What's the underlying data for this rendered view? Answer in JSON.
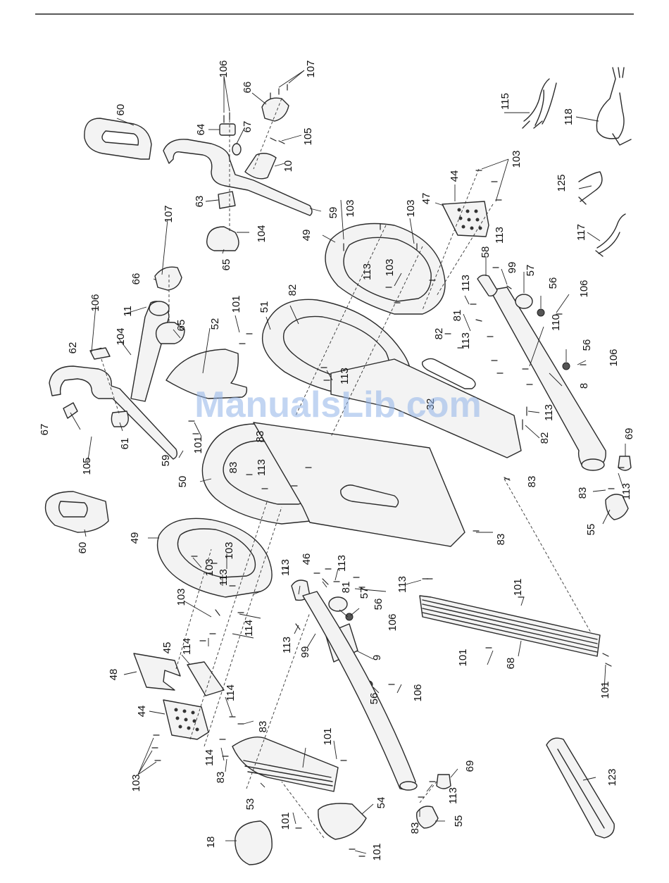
{
  "watermark": "ManualsLib.com",
  "callouts": [
    {
      "id": "c-60a",
      "text": "60"
    },
    {
      "id": "c-106a",
      "text": "106"
    },
    {
      "id": "c-66a",
      "text": "66"
    },
    {
      "id": "c-107a",
      "text": "107"
    },
    {
      "id": "c-64",
      "text": "64"
    },
    {
      "id": "c-67a",
      "text": "67"
    },
    {
      "id": "c-105a",
      "text": "105"
    },
    {
      "id": "c-10",
      "text": "10"
    },
    {
      "id": "c-63",
      "text": "63"
    },
    {
      "id": "c-59a",
      "text": "59"
    },
    {
      "id": "c-104a",
      "text": "104"
    },
    {
      "id": "c-65a",
      "text": "65"
    },
    {
      "id": "c-115",
      "text": "115"
    },
    {
      "id": "c-118",
      "text": "118"
    },
    {
      "id": "c-44a",
      "text": "44"
    },
    {
      "id": "c-103a",
      "text": "103"
    },
    {
      "id": "c-47",
      "text": "47"
    },
    {
      "id": "c-103b",
      "text": "103"
    },
    {
      "id": "c-103c",
      "text": "103"
    },
    {
      "id": "c-49a",
      "text": "49"
    },
    {
      "id": "c-125",
      "text": "125"
    },
    {
      "id": "c-117",
      "text": "117"
    },
    {
      "id": "c-113a",
      "text": "113"
    },
    {
      "id": "c-58",
      "text": "58"
    },
    {
      "id": "c-113b",
      "text": "113"
    },
    {
      "id": "c-103d",
      "text": "103"
    },
    {
      "id": "c-99a",
      "text": "99"
    },
    {
      "id": "c-57a",
      "text": "57"
    },
    {
      "id": "c-56a",
      "text": "56"
    },
    {
      "id": "c-106b",
      "text": "106"
    },
    {
      "id": "c-113c",
      "text": "113"
    },
    {
      "id": "c-107b",
      "text": "107"
    },
    {
      "id": "c-66b",
      "text": "66"
    },
    {
      "id": "c-106c",
      "text": "106"
    },
    {
      "id": "c-11",
      "text": "11"
    },
    {
      "id": "c-104b",
      "text": "104"
    },
    {
      "id": "c-65b",
      "text": "65"
    },
    {
      "id": "c-52",
      "text": "52"
    },
    {
      "id": "c-101a",
      "text": "101"
    },
    {
      "id": "c-82a",
      "text": "82"
    },
    {
      "id": "c-51",
      "text": "51"
    },
    {
      "id": "c-81a",
      "text": "81"
    },
    {
      "id": "c-82b",
      "text": "82"
    },
    {
      "id": "c-113d",
      "text": "113"
    },
    {
      "id": "c-110",
      "text": "110"
    },
    {
      "id": "c-56b",
      "text": "56"
    },
    {
      "id": "c-106d",
      "text": "106"
    },
    {
      "id": "c-8",
      "text": "8"
    },
    {
      "id": "c-62",
      "text": "62"
    },
    {
      "id": "c-113e",
      "text": "113"
    },
    {
      "id": "c-32",
      "text": "32"
    },
    {
      "id": "c-113f",
      "text": "113"
    },
    {
      "id": "c-82c",
      "text": "82"
    },
    {
      "id": "c-67b",
      "text": "67"
    },
    {
      "id": "c-61",
      "text": "61"
    },
    {
      "id": "c-105b",
      "text": "105"
    },
    {
      "id": "c-101b",
      "text": "101"
    },
    {
      "id": "c-59b",
      "text": "59"
    },
    {
      "id": "c-83a",
      "text": "83"
    },
    {
      "id": "c-83b",
      "text": "83"
    },
    {
      "id": "c-113g",
      "text": "113"
    },
    {
      "id": "c-50",
      "text": "50"
    },
    {
      "id": "c-69a",
      "text": "69"
    },
    {
      "id": "c-83c",
      "text": "83"
    },
    {
      "id": "c-113h",
      "text": "113"
    },
    {
      "id": "c-83d",
      "text": "83"
    },
    {
      "id": "c-55a",
      "text": "55"
    },
    {
      "id": "c-60b",
      "text": "60"
    },
    {
      "id": "c-49b",
      "text": "49"
    },
    {
      "id": "c-103e",
      "text": "103"
    },
    {
      "id": "c-113i",
      "text": "113"
    },
    {
      "id": "c-103f",
      "text": "103"
    },
    {
      "id": "c-113j",
      "text": "113"
    },
    {
      "id": "c-46",
      "text": "46"
    },
    {
      "id": "c-113k",
      "text": "113"
    },
    {
      "id": "c-83e",
      "text": "83"
    },
    {
      "id": "c-113l",
      "text": "113"
    },
    {
      "id": "c-81b",
      "text": "81"
    },
    {
      "id": "c-57b",
      "text": "57"
    },
    {
      "id": "c-56c",
      "text": "56"
    },
    {
      "id": "c-103g",
      "text": "103"
    },
    {
      "id": "c-101c",
      "text": "101"
    },
    {
      "id": "c-114a",
      "text": "114"
    },
    {
      "id": "c-114b",
      "text": "114"
    },
    {
      "id": "c-106e",
      "text": "106"
    },
    {
      "id": "c-45",
      "text": "45"
    },
    {
      "id": "c-113m",
      "text": "113"
    },
    {
      "id": "c-99b",
      "text": "99"
    },
    {
      "id": "c-9",
      "text": "9"
    },
    {
      "id": "c-48",
      "text": "48"
    },
    {
      "id": "c-101d",
      "text": "101"
    },
    {
      "id": "c-68",
      "text": "68"
    },
    {
      "id": "c-56d",
      "text": "56"
    },
    {
      "id": "c-106f",
      "text": "106"
    },
    {
      "id": "c-44b",
      "text": "44"
    },
    {
      "id": "c-114c",
      "text": "114"
    },
    {
      "id": "c-83f",
      "text": "83"
    },
    {
      "id": "c-101e",
      "text": "101"
    },
    {
      "id": "c-103h",
      "text": "103"
    },
    {
      "id": "c-114d",
      "text": "114"
    },
    {
      "id": "c-101f",
      "text": "101"
    },
    {
      "id": "c-83g",
      "text": "83"
    },
    {
      "id": "c-69b",
      "text": "69"
    },
    {
      "id": "c-123",
      "text": "123"
    },
    {
      "id": "c-53",
      "text": "53"
    },
    {
      "id": "c-113n",
      "text": "113"
    },
    {
      "id": "c-54",
      "text": "54"
    },
    {
      "id": "c-101g",
      "text": "101"
    },
    {
      "id": "c-83h",
      "text": "83"
    },
    {
      "id": "c-55b",
      "text": "55"
    },
    {
      "id": "c-18",
      "text": "18"
    },
    {
      "id": "c-101h",
      "text": "101"
    }
  ]
}
